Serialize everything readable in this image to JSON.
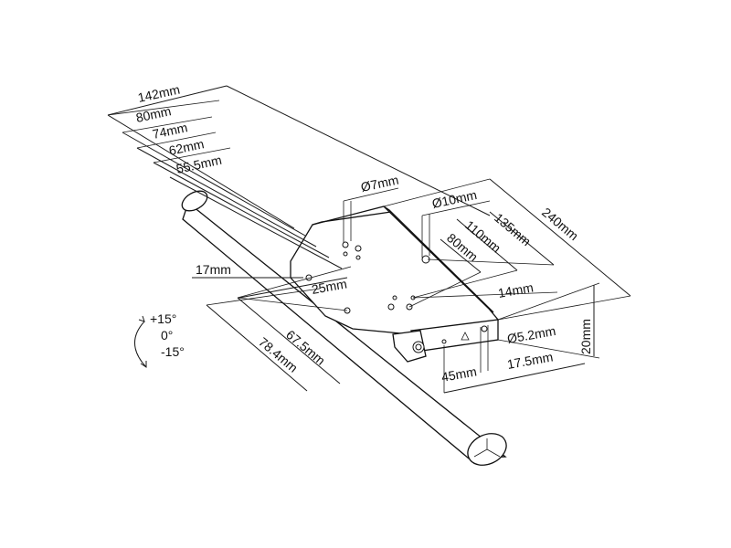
{
  "dimensions": {
    "d142": "142mm",
    "d80": "80mm",
    "d74": "74mm",
    "d62": "62mm",
    "d55_5": "55.5mm",
    "d7dia": "Ø7mm",
    "d10dia": "Ø10mm",
    "d240": "240mm",
    "d135": "135mm",
    "d110": "110mm",
    "d80b": "80mm",
    "d17": "17mm",
    "d25": "25mm",
    "d14": "14mm",
    "d67_5": "67.5mm",
    "d78_4": "78.4mm",
    "d5_2dia": "Ø5.2mm",
    "d20": "20mm",
    "d45": "45mm",
    "d17_5": "17.5mm"
  },
  "tilt": {
    "plus": "+15°",
    "zero": "0°",
    "minus": "-15°"
  },
  "colors": {
    "line": "#1a1a1a",
    "background": "#ffffff"
  }
}
